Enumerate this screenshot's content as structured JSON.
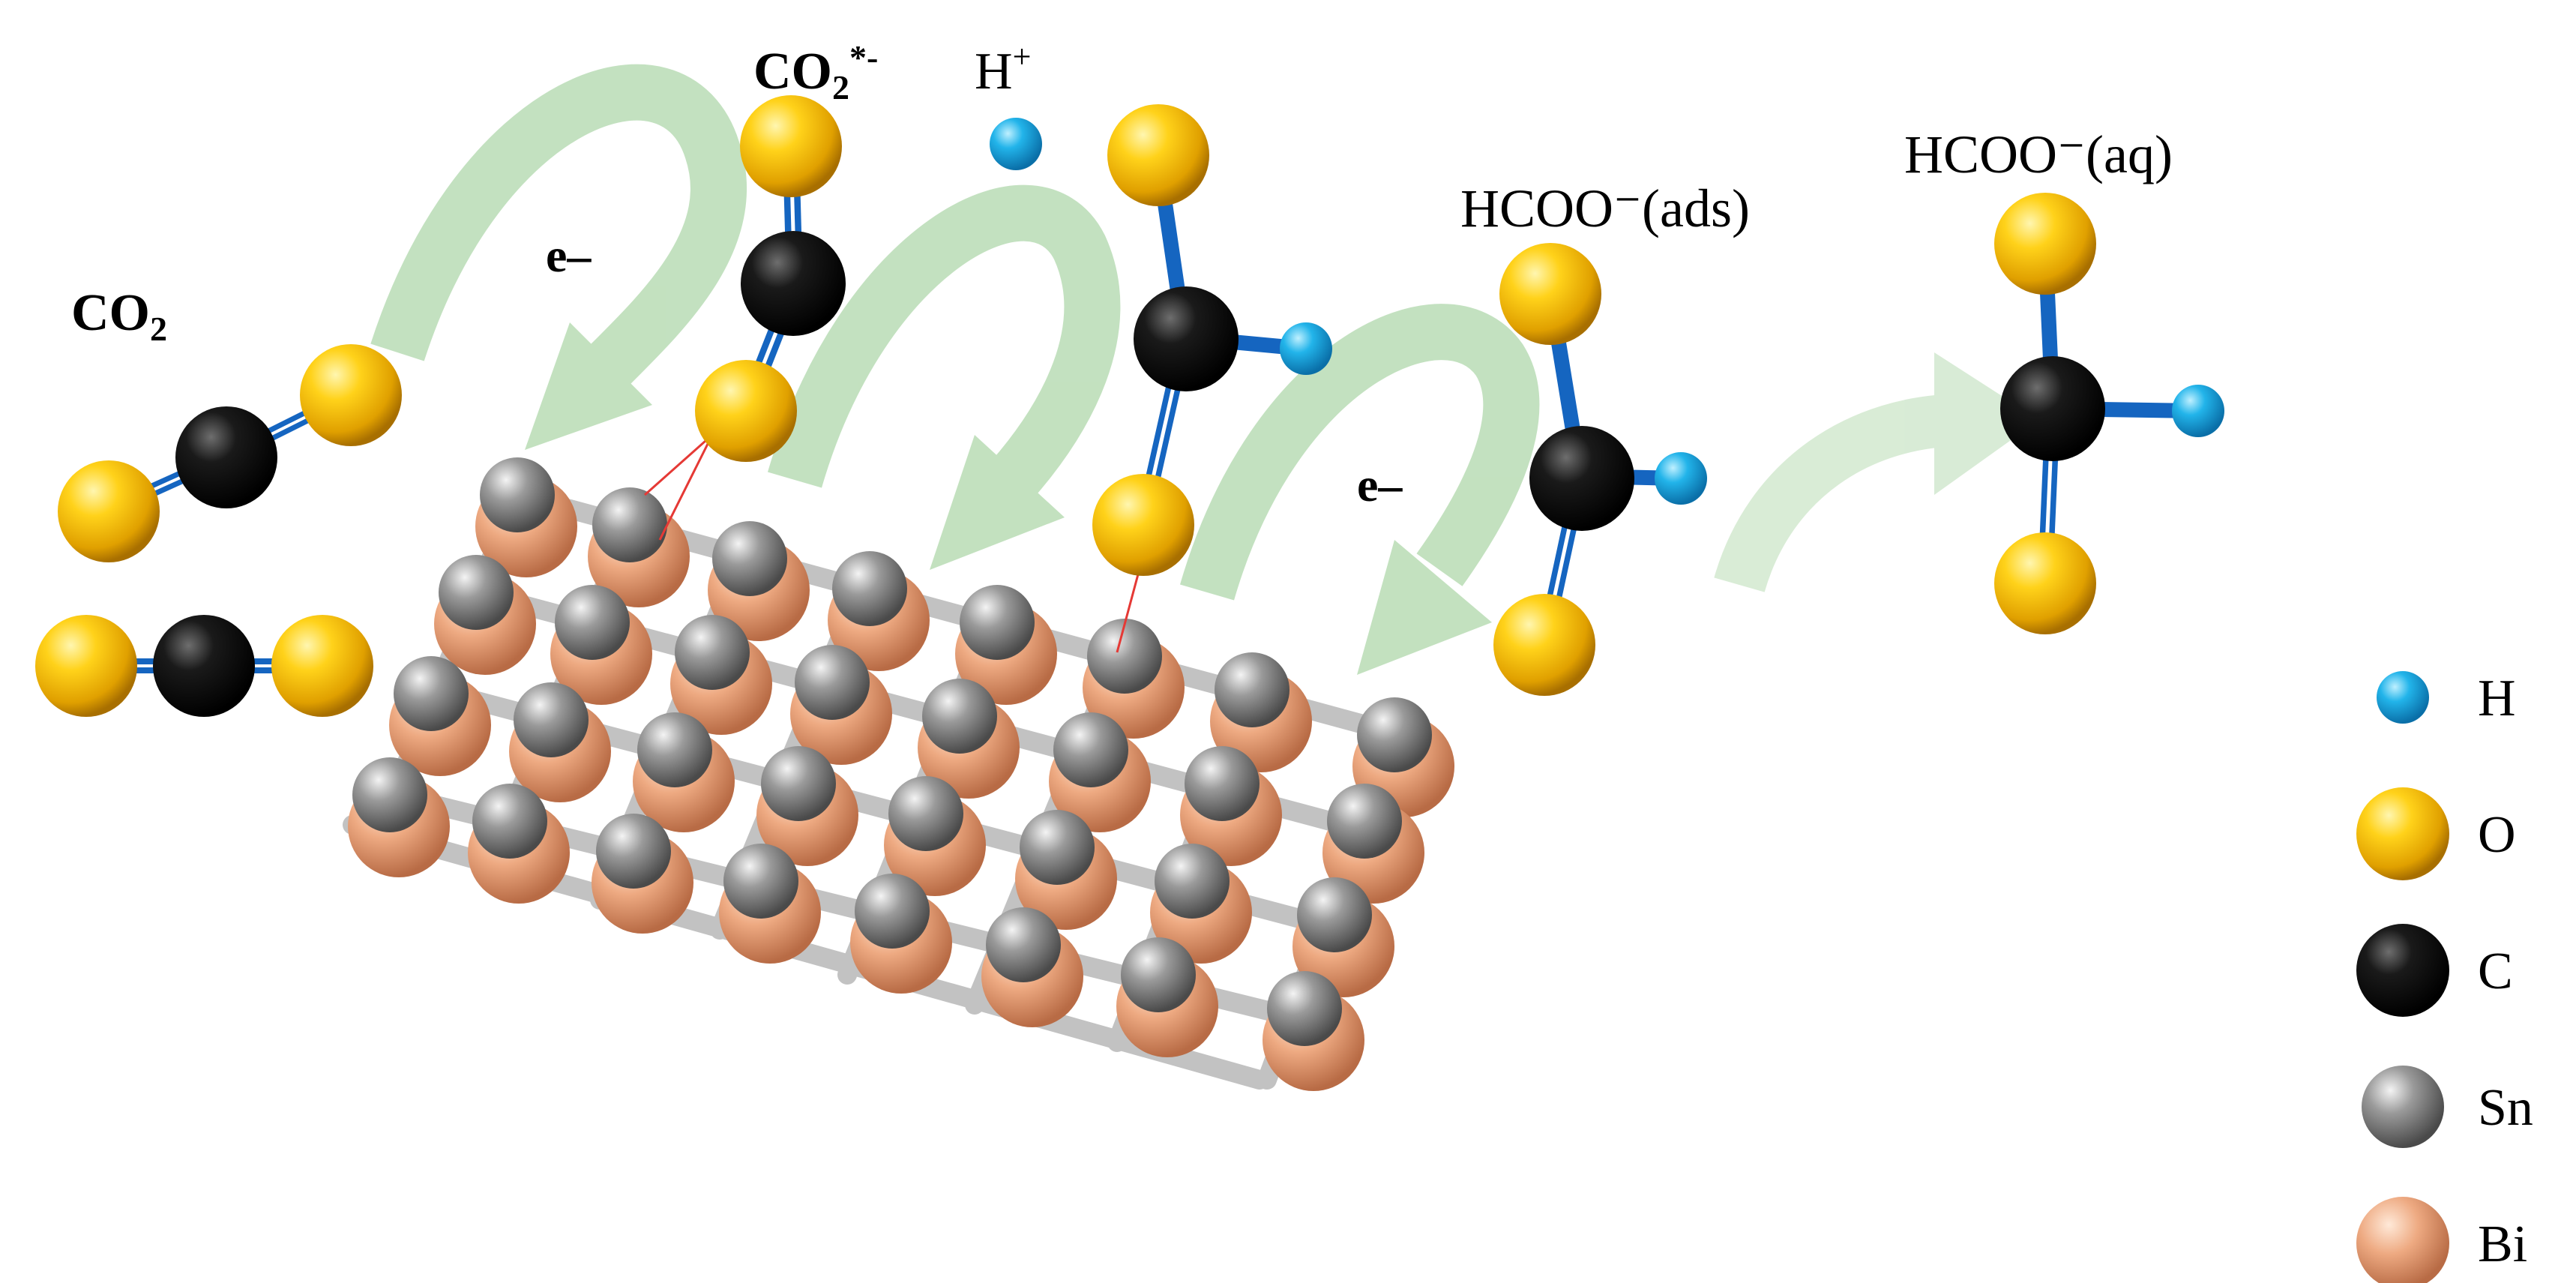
{
  "labels": {
    "co2": "CO",
    "co2_sub": "2",
    "co2_radical": "CO",
    "co2_radical_sub": "2",
    "co2_radical_sup": "*-",
    "h_plus": "H",
    "h_plus_sup": "+",
    "electron_1": "e–",
    "electron_2": "e–",
    "hcoo_ads": "HCOO⁻(ads)",
    "hcoo_aq": "HCOO⁻(aq)"
  },
  "legend": {
    "items": [
      {
        "label": "H",
        "color": "#1a9fd6"
      },
      {
        "label": "O",
        "color": "#f2b400"
      },
      {
        "label": "C",
        "color": "#111111"
      },
      {
        "label": "Sn",
        "color": "#8c8c8c"
      },
      {
        "label": "Bi",
        "color": "#e9a07a"
      }
    ]
  },
  "colors": {
    "bond": "#1565c0",
    "arrow": "#b9dcb5",
    "surface_bond": "#bdbdbd",
    "adsorption_line": "#e53935"
  }
}
